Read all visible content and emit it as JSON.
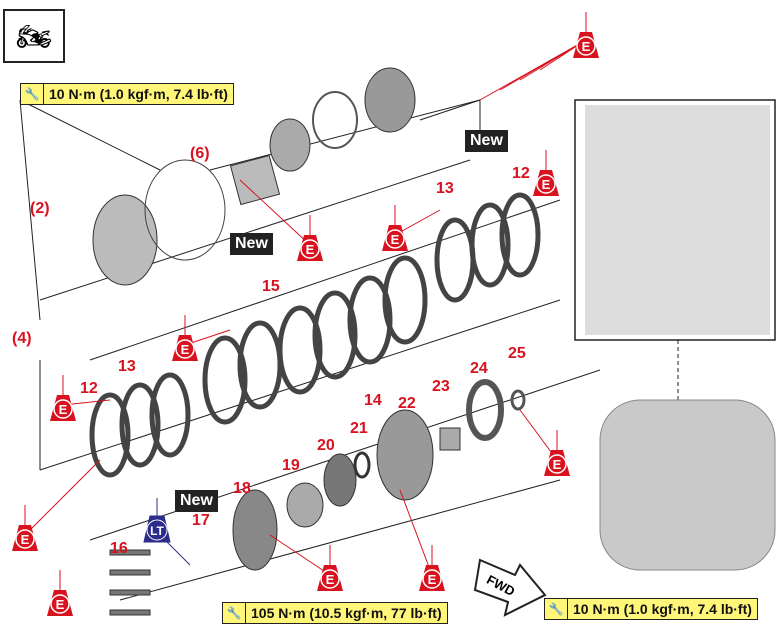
{
  "torque_specs": [
    {
      "label": "10 N·m (1.0 kgf·m, 7.4 lb·ft)"
    },
    {
      "label": "105 N·m (10.5 kgf·m, 77 lb·ft)"
    },
    {
      "label": "10 N·m (1.0 kgf·m, 7.4 lb·ft)"
    }
  ],
  "callouts": [
    "(2)",
    "(4)",
    "(6)",
    "12",
    "13",
    "15",
    "14",
    "13",
    "12",
    "16",
    "17",
    "18",
    "19",
    "20",
    "21",
    "22",
    "23",
    "24",
    "25"
  ],
  "new_label": "New",
  "oil_icon_letter": "E",
  "locktite_letter": "LT",
  "fwd_label": "FWD",
  "colors": {
    "callout": "#d8121f",
    "torque_bg": "#fff67a",
    "lt": "#2c2c8c"
  }
}
